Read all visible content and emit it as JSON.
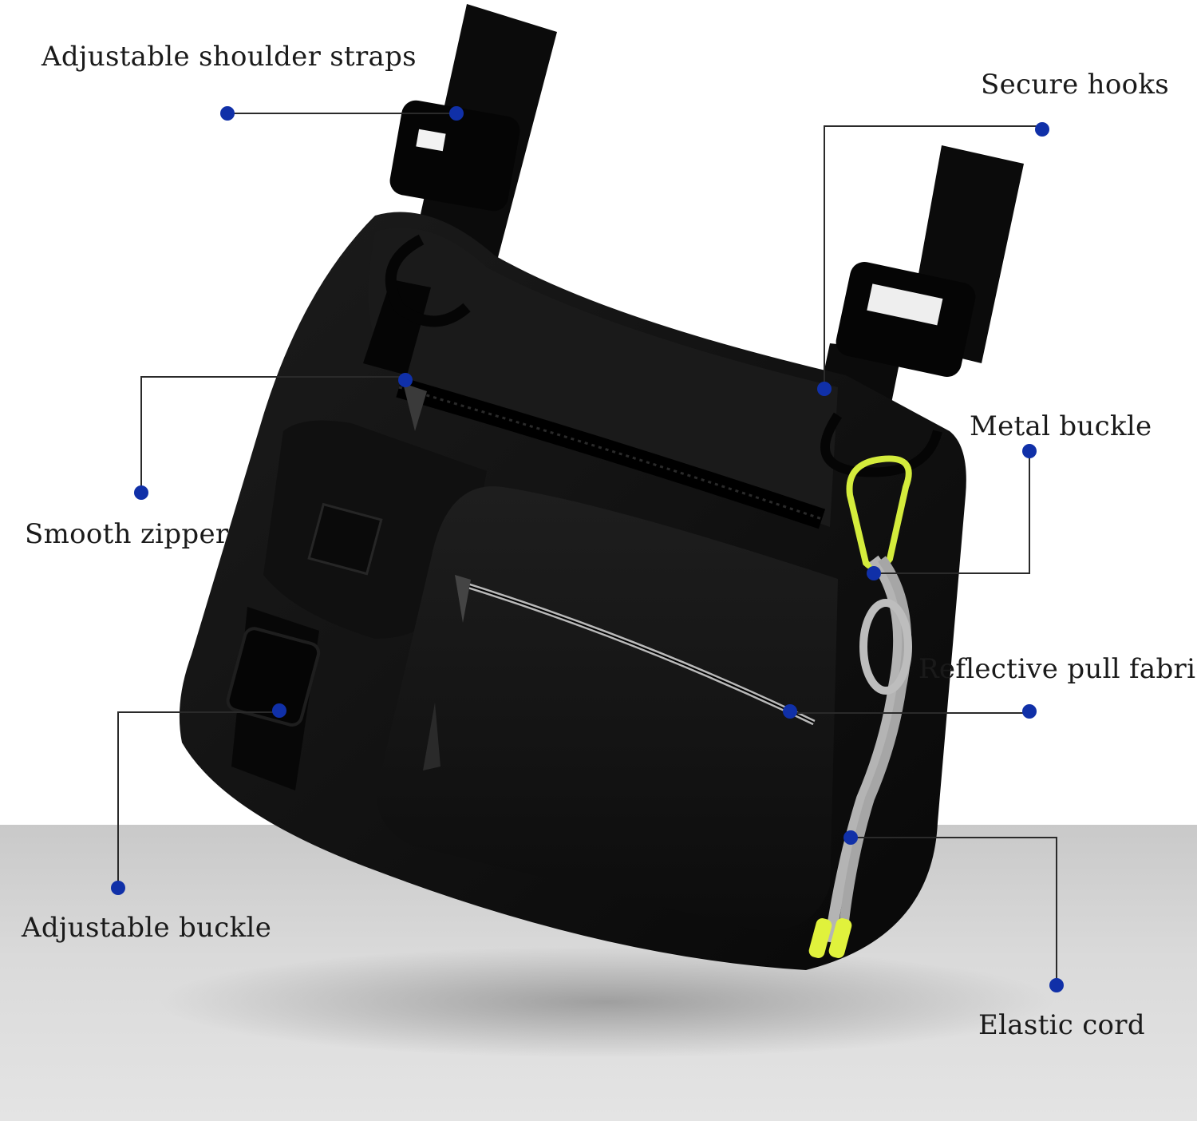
{
  "colors": {
    "background": "#ffffff",
    "floor": "#d6d6d6",
    "bag": "#111111",
    "strap": "#0b0b0b",
    "callout_dot": "#1030a8",
    "callout_line": "#2a2a2a",
    "reflective_stripe": "#b9b9b9",
    "carabiner": "#d4ec3c",
    "cord": "#b4b4b4",
    "cord_tips": "#e0f23c"
  },
  "product": {
    "name": "chest-rig-bag",
    "color": "black"
  },
  "callouts": {
    "shoulder_straps": "Adjustable shoulder straps",
    "secure_hooks": "Secure hooks",
    "smooth_zipper": "Smooth zipper",
    "metal_buckle": "Metal buckle",
    "reflective_pull_fabric": "Reflective pull fabric",
    "adjustable_buckle": "Adjustable buckle",
    "elastic_cord": "Elastic cord"
  }
}
